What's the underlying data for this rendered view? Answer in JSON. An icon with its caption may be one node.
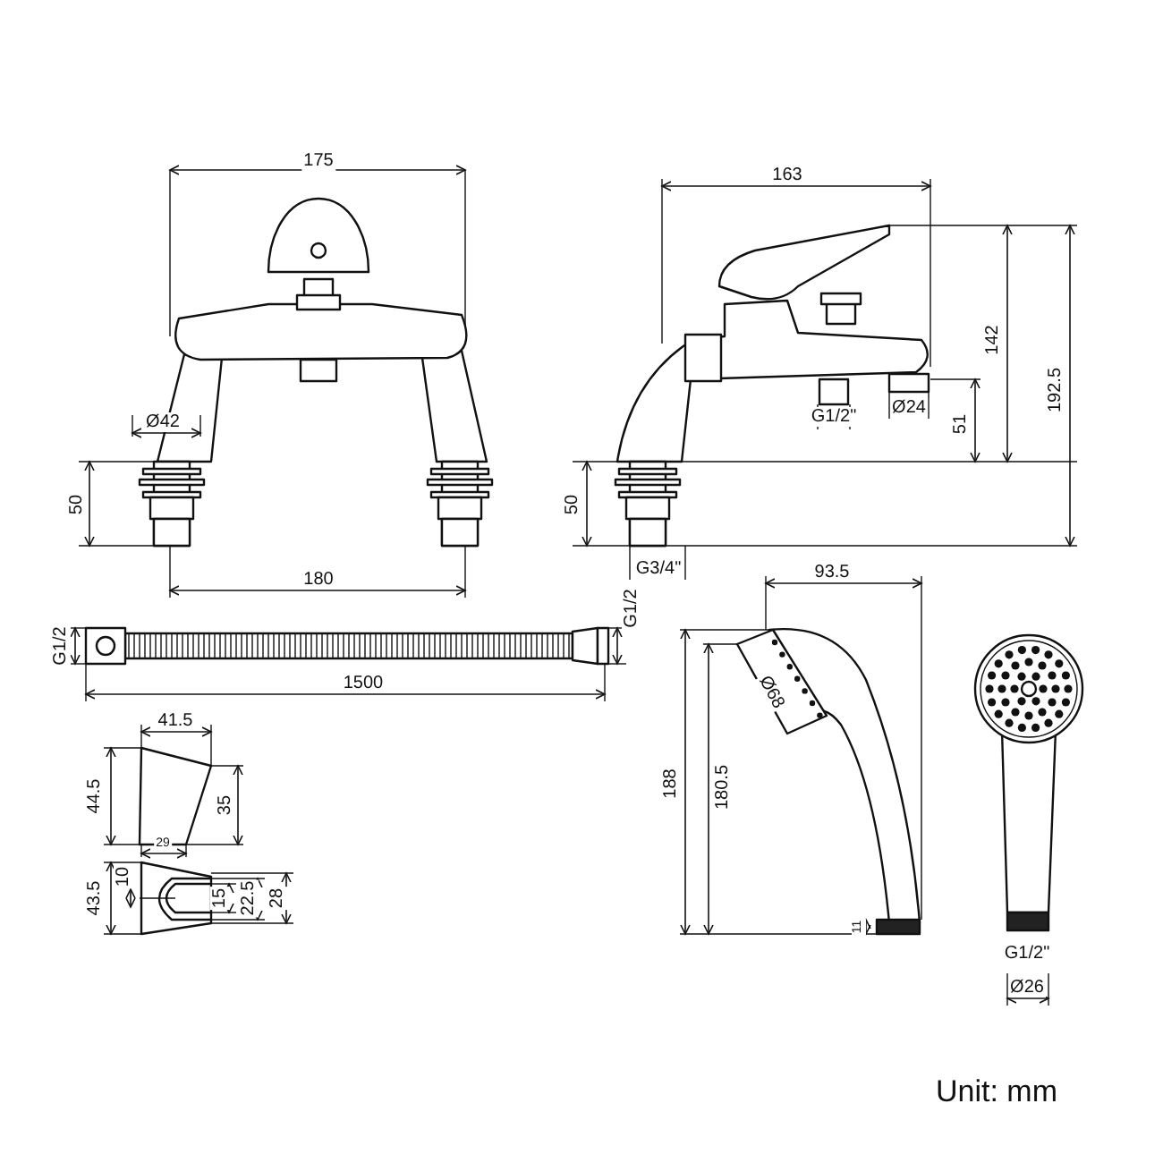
{
  "diagram": {
    "labels": [
      "175",
      "163",
      "142",
      "192.5",
      "Ø42",
      "G1/2\"",
      "Ø24",
      "51",
      "50",
      "50",
      "180",
      "G3/4\"",
      "G1/2",
      "93.5",
      "G1/2",
      "1500",
      "Ø68",
      "41.5",
      "188",
      "180.5",
      "44.5",
      "35",
      "29",
      "43.5",
      "10",
      "15",
      "22.5",
      "28",
      "11",
      "G1/2\"",
      "Ø26",
      "Unit: mm"
    ]
  }
}
